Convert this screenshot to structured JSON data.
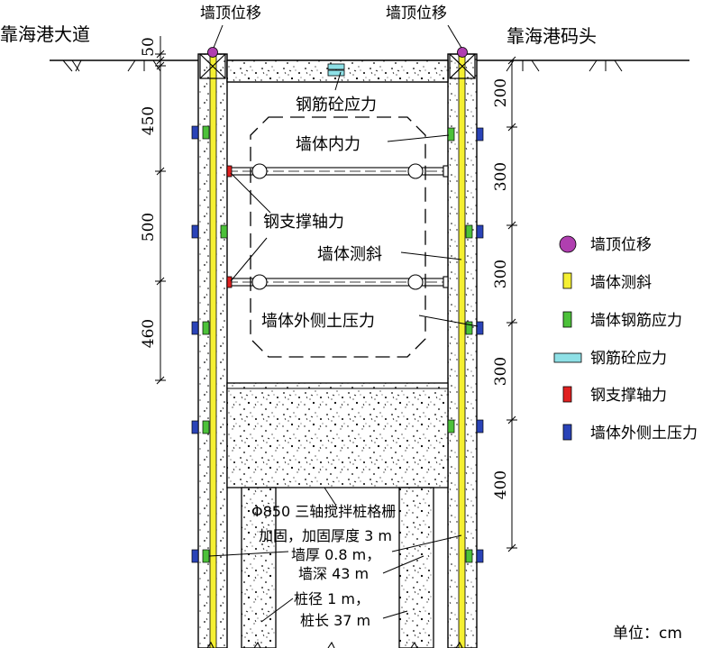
{
  "labels": {
    "road_left": "靠海港大道",
    "road_right": "靠海港码头",
    "top_disp_left": "墙顶位移",
    "top_disp_right": "墙顶位移",
    "rebar_concrete_stress": "钢筋砼应力",
    "wall_internal_force": "墙体内力",
    "steel_strut_axial": "钢支撑轴力",
    "wall_inclinometer": "墙体测斜",
    "outer_earth_pressure": "墙体外侧土压力",
    "reinforce_line1": "Φ850 三轴搅拌桩格栅",
    "reinforce_line2": "加固，加固厚度 3 m",
    "wall_thickness": "墙厚 0.8 m，",
    "wall_depth": "墙深 43 m",
    "pile_diameter": "桩径 1 m，",
    "pile_length": "桩长 37 m",
    "unit": "单位：cm"
  },
  "dims_left": [
    "50",
    "450",
    "500",
    "460"
  ],
  "dims_right": [
    "200",
    "300",
    "300",
    "300",
    "400"
  ],
  "legend": [
    {
      "label": "墙顶位移",
      "shape": "circle",
      "color": "#b03fb0"
    },
    {
      "label": "墙体测斜",
      "shape": "rect",
      "color": "#f5f032"
    },
    {
      "label": "墙体钢筋应力",
      "shape": "rect",
      "color": "#4cc13a"
    },
    {
      "label": "钢筋砼应力",
      "shape": "wide-rect",
      "color": "#8ee0e6"
    },
    {
      "label": "钢支撑轴力",
      "shape": "rect",
      "color": "#e02020"
    },
    {
      "label": "墙体外侧土压力",
      "shape": "rect",
      "color": "#2a43b8"
    }
  ],
  "colors": {
    "top_displacement": "#b03fb0",
    "inclinometer": "#f5f032",
    "rebar_stress": "#4cc13a",
    "rebar_concrete": "#8ee0e6",
    "strut_axial": "#e02020",
    "earth_pressure": "#2a43b8"
  }
}
